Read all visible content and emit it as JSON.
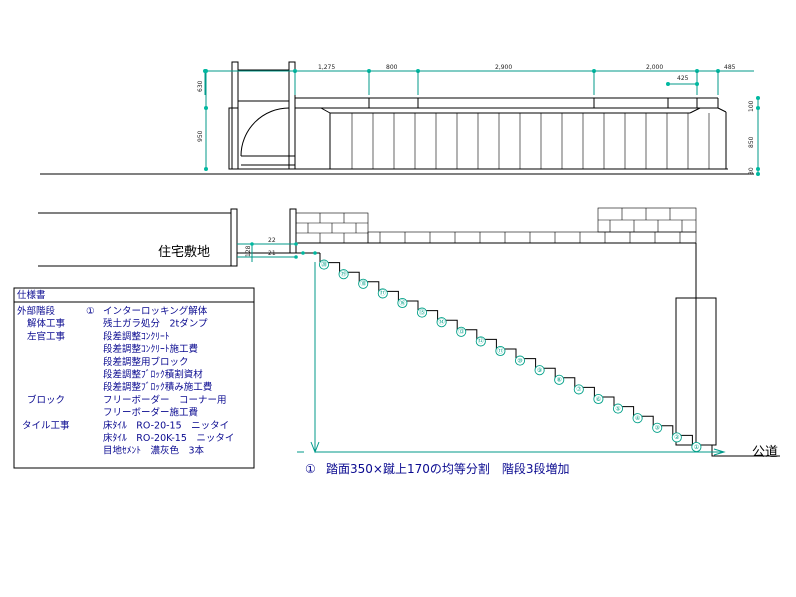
{
  "plan_dims": {
    "top": [
      "1,275",
      "800",
      "2,900",
      "2,000",
      "485"
    ],
    "sub": "425",
    "left": [
      "630",
      "950"
    ],
    "right": [
      "100",
      "850",
      "80"
    ]
  },
  "section_dims": {
    "a": "22",
    "b": "21",
    "c": "128"
  },
  "labels": {
    "site": "住宅敷地",
    "road": "公道"
  },
  "note": {
    "num": "①",
    "text": "踏面350×蹴上170の均等分割　階段3段増加"
  },
  "step_numbers": [
    "⑳",
    "⑲",
    "⑱",
    "⑰",
    "⑯",
    "⑮",
    "⑭",
    "⑬",
    "⑫",
    "⑪",
    "⑩",
    "⑨",
    "⑧",
    "⑦",
    "⑥",
    "⑤",
    "④",
    "③",
    "②",
    "①"
  ],
  "spec": {
    "title": "仕様書",
    "rows": [
      {
        "category": "外部階段",
        "num": "①",
        "item": "インターロッキング解体"
      },
      {
        "category": "解体工事",
        "num": "",
        "item": "残土ガラ処分　2tダンプ"
      },
      {
        "category": "左官工事",
        "num": "",
        "item": "段差調整ｺﾝｸﾘｰﾄ"
      },
      {
        "category": "",
        "num": "",
        "item": "段差調整ｺﾝｸﾘｰﾄ施工費"
      },
      {
        "category": "",
        "num": "",
        "item": "段差調整用ブロック"
      },
      {
        "category": "",
        "num": "",
        "item": "段差調整ﾌﾞﾛｯｸ積割資材"
      },
      {
        "category": "",
        "num": "",
        "item": "段差調整ﾌﾞﾛｯｸ積み施工費"
      },
      {
        "category": "ブロック",
        "num": "",
        "item": "フリーボーダー　コーナー用"
      },
      {
        "category": "",
        "num": "",
        "item": "フリーボーダー施工費"
      },
      {
        "category": "タイル工事",
        "num": "",
        "item": "床ﾀｲﾙ　RO-20-15　ニッタイ"
      },
      {
        "category": "",
        "num": "",
        "item": "床ﾀｲﾙ　RO-20K-15　ニッタイ"
      },
      {
        "category": "",
        "num": "",
        "item": "目地ｾﾒﾝﾄ　濃灰色　3本"
      }
    ]
  }
}
